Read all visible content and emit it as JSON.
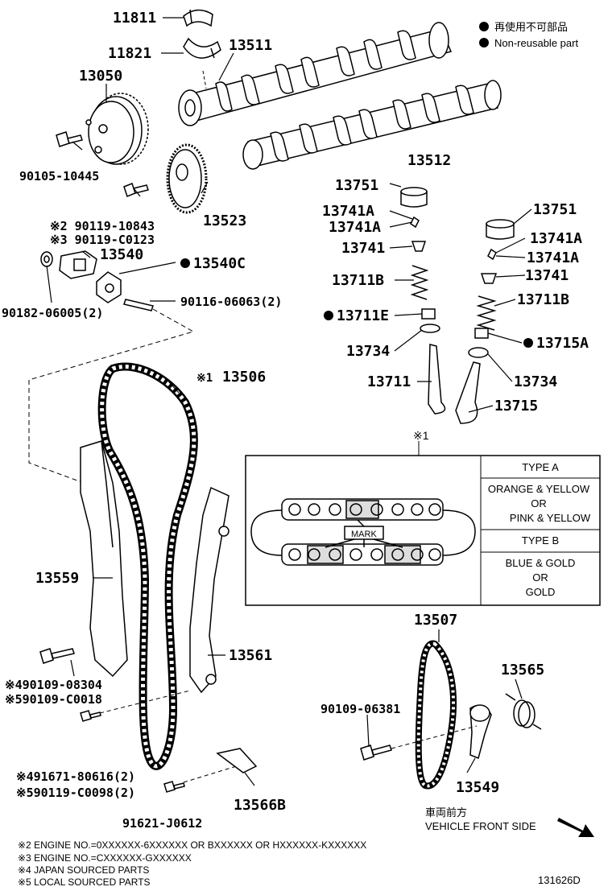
{
  "legend": {
    "jp": "再使用不可部品",
    "en": "Non-reusable part"
  },
  "parts": {
    "p11811": "11811",
    "p11821": "11821",
    "p13511": "13511",
    "p13050": "13050",
    "p13512": "13512",
    "p90105": "90105-10445",
    "p13523": "13523",
    "p90119a": "※2 90119-10843",
    "p90119b": "※3 90119-C0123",
    "p13540": "13540",
    "p13540c": "13540C",
    "p90182": "90182-06005(2)",
    "p90116": "90116-06063(2)",
    "p13751a": "13751",
    "p13741a1": "13741A",
    "p13741a2": "13741A",
    "p13741_l": "13741",
    "p13711b_l": "13711B",
    "p13711e": "13711E",
    "p13734_l": "13734",
    "p13711": "13711",
    "p13751b": "13751",
    "p13741a3": "13741A",
    "p13741a4": "13741A",
    "p13741_r": "13741",
    "p13711b_r": "13711B",
    "p13715a": "13715A",
    "p13734_r": "13734",
    "p13715": "13715",
    "p13506": "13506",
    "p13506mark": "※1",
    "p13559": "13559",
    "p13561": "13561",
    "p90109a": "※490109-08304",
    "p90109b": "※590109-C0018",
    "p91671": "※491671-80616(2)",
    "p90119c": "※590119-C0098(2)",
    "p91621": "91621-J0612",
    "p13566b": "13566B",
    "p13507": "13507",
    "p13565": "13565",
    "p90109c": "90109-06381",
    "p13549": "13549"
  },
  "chain_box": {
    "title": "※1",
    "mark": "MARK",
    "type_a": "TYPE A",
    "type_a_colors": [
      "ORANGE & YELLOW",
      "OR",
      "PINK & YELLOW"
    ],
    "type_b": "TYPE B",
    "type_b_colors": [
      "BLUE & GOLD",
      "OR",
      "GOLD"
    ]
  },
  "front": {
    "jp": "車両前方",
    "en": "VEHICLE FRONT SIDE"
  },
  "notes": [
    "※2 ENGINE NO.=0XXXXXX-6XXXXXX OR BXXXXXX OR HXXXXXX-KXXXXXX",
    "※3 ENGINE NO.=CXXXXXX-GXXXXXX",
    "※4 JAPAN SOURCED PARTS",
    "※5 LOCAL SOURCED PARTS"
  ],
  "diagram_id": "131626D"
}
